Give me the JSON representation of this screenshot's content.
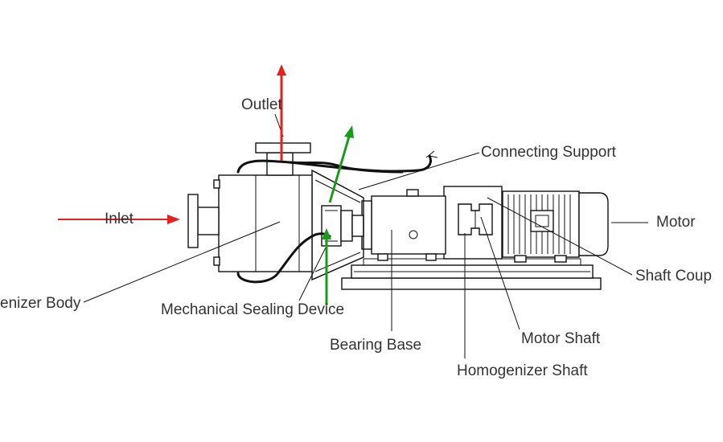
{
  "diagram": {
    "title": "Homogenizer assembly",
    "labels": {
      "outlet": "Outlet",
      "inlet": "Inlet",
      "connecting_support": "Connecting Support",
      "motor": "Motor",
      "shaft_coupling": "Shaft Coup",
      "homogenizer_body": "enizer Body",
      "mechanical_sealing_device": "Mechanical Sealing Device",
      "bearing_base": "Bearing Base",
      "motor_shaft": "Motor Shaft",
      "homogenizer_shaft": "Homogenizer Shaft"
    },
    "colors": {
      "flow_arrow": "#e8201c",
      "circulation_arrow": "#1a9a1a",
      "line": "#111111",
      "text": "#333333"
    }
  }
}
